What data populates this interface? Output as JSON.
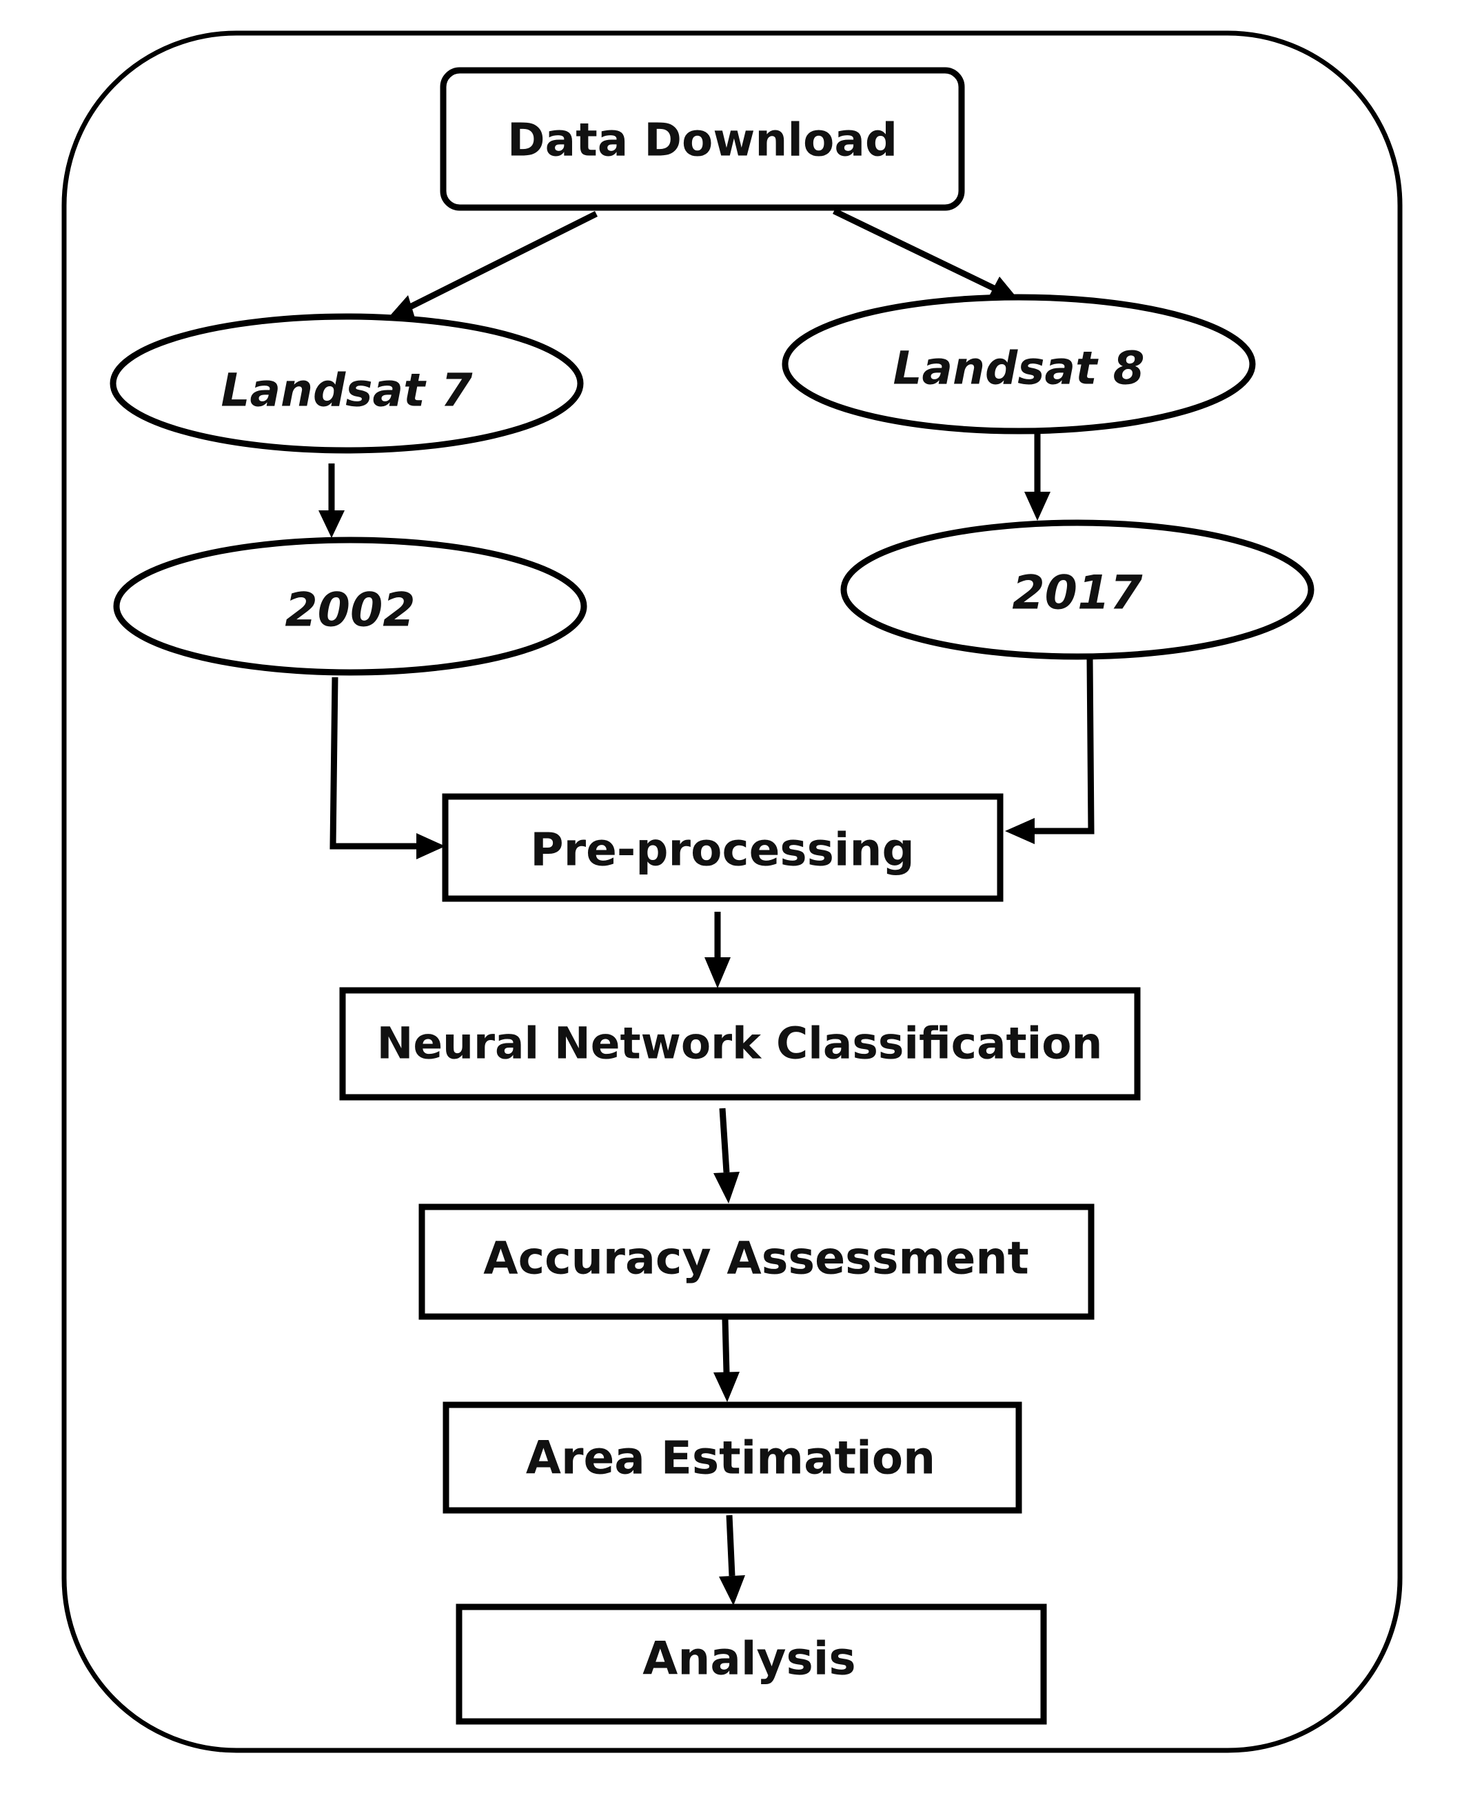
{
  "diagram": {
    "nodes": [
      {
        "id": "data-download",
        "label": "Data Download",
        "shape": "rounded-rectangle",
        "italic": false
      },
      {
        "id": "landsat7",
        "label": "Landsat 7",
        "shape": "ellipse",
        "italic": true
      },
      {
        "id": "landsat8",
        "label": "Landsat 8",
        "shape": "ellipse",
        "italic": true
      },
      {
        "id": "year2002",
        "label": "2002",
        "shape": "ellipse",
        "italic": true
      },
      {
        "id": "year2017",
        "label": "2017",
        "shape": "ellipse",
        "italic": true
      },
      {
        "id": "preprocessing",
        "label": "Pre-processing",
        "shape": "rectangle",
        "italic": false
      },
      {
        "id": "nn-classification",
        "label": "Neural Network Classification",
        "shape": "rectangle",
        "italic": false
      },
      {
        "id": "accuracy-assessment",
        "label": "Accuracy Assessment",
        "shape": "rectangle",
        "italic": false
      },
      {
        "id": "area-estimation",
        "label": "Area Estimation",
        "shape": "rectangle",
        "italic": false
      },
      {
        "id": "analysis",
        "label": "Analysis",
        "shape": "rectangle",
        "italic": false
      }
    ],
    "edges": [
      {
        "from": "data-download",
        "to": "landsat7"
      },
      {
        "from": "data-download",
        "to": "landsat8"
      },
      {
        "from": "landsat7",
        "to": "year2002"
      },
      {
        "from": "landsat8",
        "to": "year2017"
      },
      {
        "from": "year2002",
        "to": "preprocessing"
      },
      {
        "from": "year2017",
        "to": "preprocessing"
      },
      {
        "from": "preprocessing",
        "to": "nn-classification"
      },
      {
        "from": "nn-classification",
        "to": "accuracy-assessment"
      },
      {
        "from": "accuracy-assessment",
        "to": "area-estimation"
      },
      {
        "from": "area-estimation",
        "to": "analysis"
      }
    ]
  }
}
